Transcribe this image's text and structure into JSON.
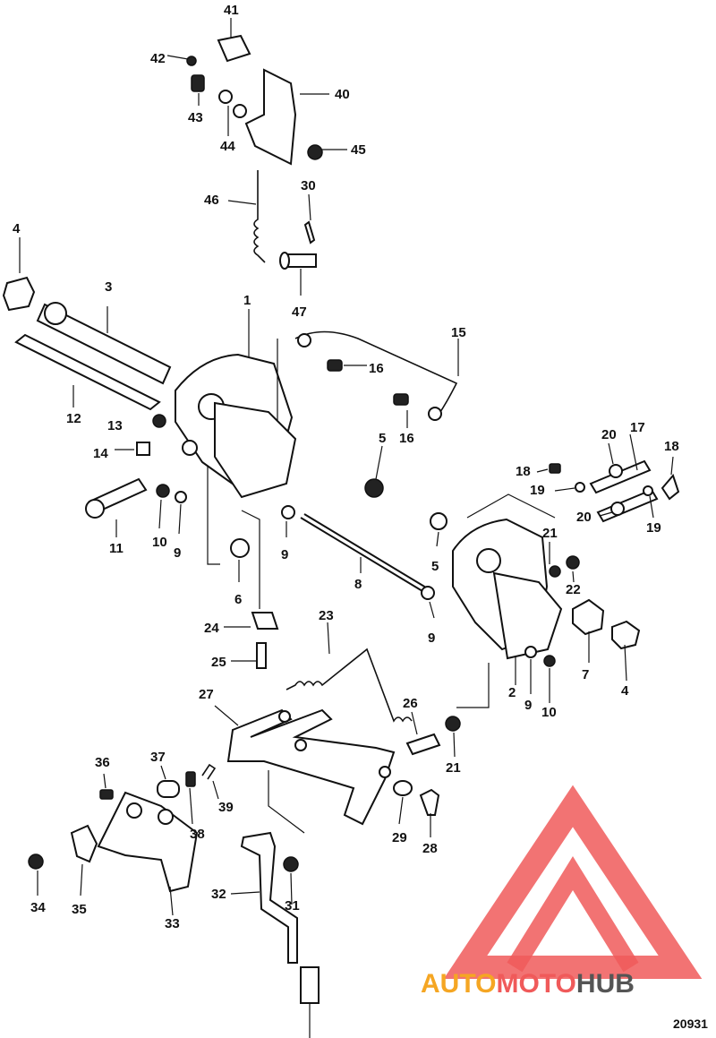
{
  "colors": {
    "ink": "#111111",
    "background": "#ffffff",
    "watermark_red": "#f05a5a",
    "watermark_orange": "#f5a623",
    "watermark_dark": "#555555"
  },
  "figure_number": "20931",
  "watermark": {
    "part1": "AUTO",
    "part2": "MOTO",
    "part3": "HUB"
  },
  "callouts": [
    "41",
    "42",
    "43",
    "44",
    "40",
    "45",
    "46",
    "30",
    "4",
    "47",
    "3",
    "1",
    "15",
    "16",
    "12",
    "13",
    "16",
    "5",
    "14",
    "11",
    "10",
    "9",
    "9",
    "5",
    "8",
    "6",
    "24",
    "25",
    "23",
    "27",
    "26",
    "21",
    "37",
    "36",
    "38",
    "39",
    "29",
    "28",
    "34",
    "35",
    "33",
    "32",
    "31",
    "20",
    "17",
    "18",
    "18",
    "19",
    "20",
    "19",
    "21",
    "22",
    "7",
    "4",
    "2",
    "9",
    "10",
    "9"
  ]
}
